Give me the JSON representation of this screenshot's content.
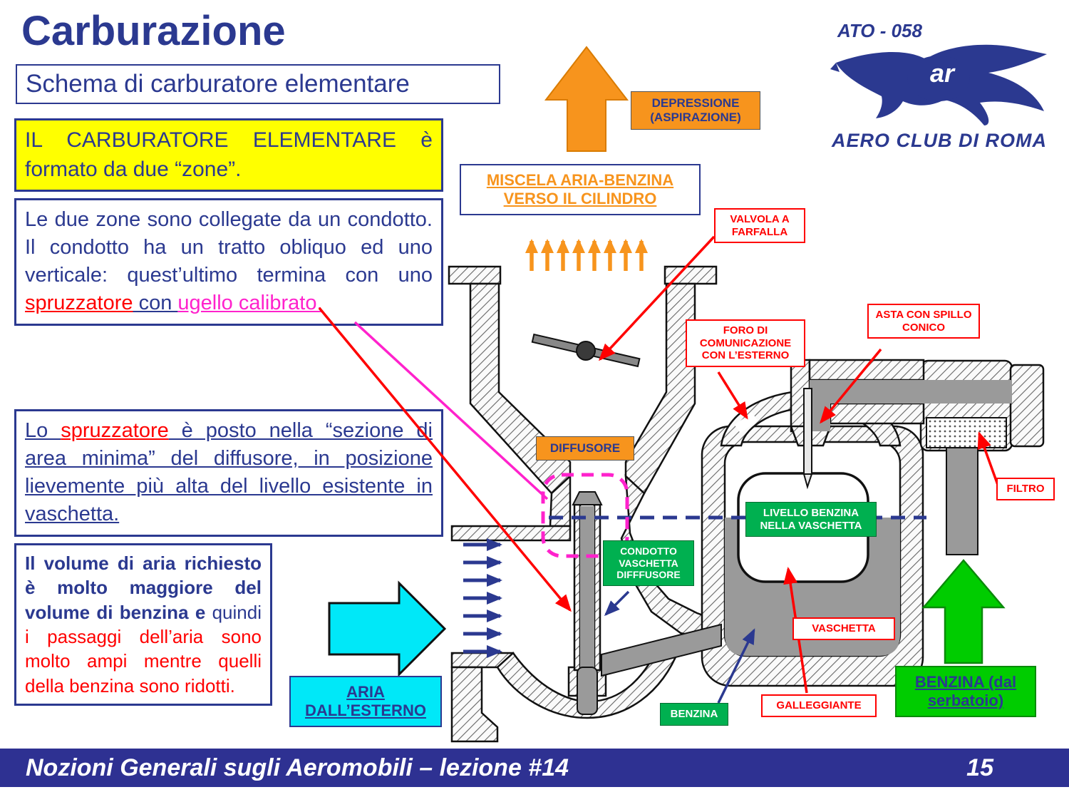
{
  "header": {
    "title": "Carburazione",
    "subtitle": "Schema di carburatore elementare"
  },
  "logo": {
    "ato": "ATO - 058",
    "monogram": "ar",
    "club_name": "AERO CLUB DI ROMA"
  },
  "info_boxes": {
    "box1": {
      "text": "IL CARBURATORE ELEMENTARE è formato da due “zone”."
    },
    "box2": {
      "seg1": "Le due zone sono collegate da un condotto. Il condotto ha un tratto obliquo ed uno verticale: quest’ultimo termina con uno ",
      "seg2": "spruzzatore",
      "seg3": " con ",
      "seg4": "ugello calibrato."
    },
    "box3": {
      "seg1": "Lo ",
      "seg2": "spruzzatore",
      "seg3": " è posto nella “sezione di area minima” del diffusore, in posizione lievemente più alta del livello esistente in vaschetta."
    },
    "box4": {
      "seg1": "Il volume di aria richiesto è molto maggiore del volume di benzina e",
      "seg2": " quindi",
      "seg3": " i passaggi dell’aria sono molto ampi mentre quelli della benzina sono ridotti."
    }
  },
  "diagram": {
    "labels": {
      "depressione": "DEPRESSIONE (ASPIRAZIONE)",
      "miscela": "MISCELA ARIA-BENZINA VERSO IL CILINDRO",
      "valvola": "VALVOLA A FARFALLA",
      "foro": "FORO DI COMUNICAZIONE CON L’ESTERNO",
      "asta": "ASTA CON SPILLO CONICO",
      "diffusore": "DIFFUSORE",
      "filtro": "FILTRO",
      "livello": "LIVELLO BENZINA NELLA VASCHETTA",
      "condotto": "CONDOTTO VASCHETTA DIFFFUSORE",
      "vaschetta": "VASCHETTA",
      "galleggiante": "GALLEGGIANTE",
      "benzina_small": "BENZINA",
      "aria": "ARIA DALL’ESTERNO",
      "benzina_big": "BENZINA (dal serbatoio)"
    },
    "colors": {
      "slide_blue": "#2B3990",
      "orange": "#F7941D",
      "red": "#FF0000",
      "green": "#00B050",
      "bright_green": "#00CC00",
      "cyan": "#00E8F8",
      "magenta": "#FF22CC",
      "fuel_gray": "#9A9A9A",
      "yellow": "#FFFF00"
    }
  },
  "footer": {
    "left": "Nozioni Generali sugli Aeromobili – lezione #14",
    "page": "15"
  }
}
